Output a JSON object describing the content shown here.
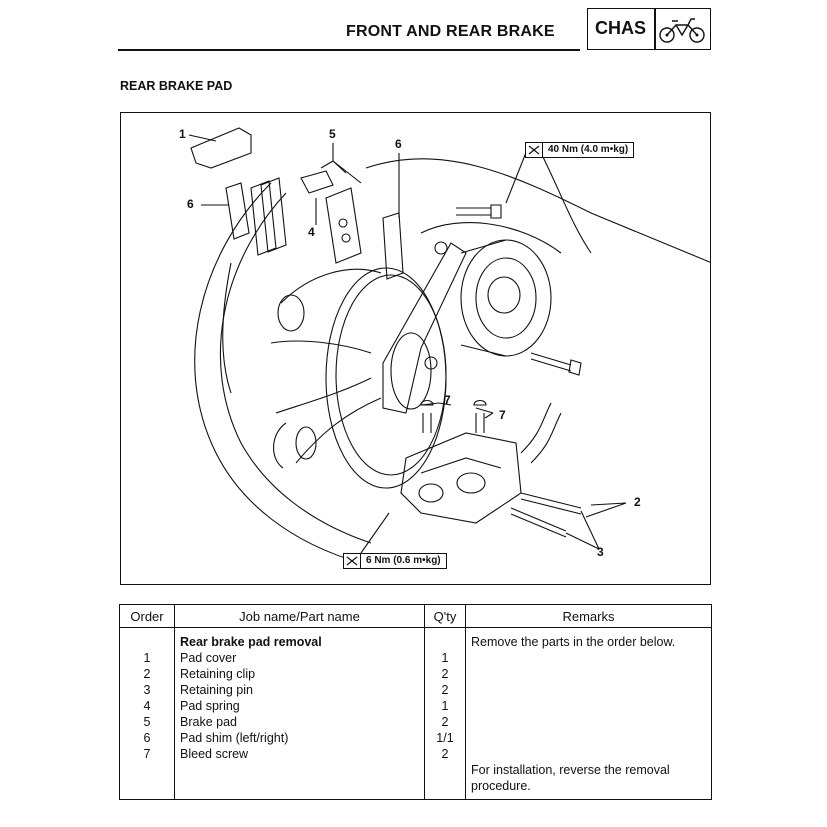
{
  "header": {
    "title": "FRONT AND REAR BRAKE",
    "section_code": "CHAS",
    "section_icon": "motorcycle-icon"
  },
  "section_title": "REAR BRAKE PAD",
  "figure": {
    "callouts": [
      "1",
      "5",
      "6",
      "6",
      "4",
      "7",
      "7",
      "2",
      "3"
    ],
    "torque_top": "40 Nm (4.0 m•kg)",
    "torque_bottom": "6 Nm (0.6 m•kg)",
    "torque_icon": "torque-wrench-icon"
  },
  "table": {
    "headers": {
      "order": "Order",
      "job": "Job name/Part name",
      "qty": "Q'ty",
      "remarks": "Remarks"
    },
    "job_title": "Rear brake pad removal",
    "job_remark": "Remove the parts in the order below.",
    "rows": [
      {
        "order": "1",
        "part": "Pad cover",
        "qty": "1"
      },
      {
        "order": "2",
        "part": "Retaining clip",
        "qty": "2"
      },
      {
        "order": "3",
        "part": "Retaining pin",
        "qty": "2"
      },
      {
        "order": "4",
        "part": "Pad spring",
        "qty": "1"
      },
      {
        "order": "5",
        "part": "Brake pad",
        "qty": "2"
      },
      {
        "order": "6",
        "part": "Pad shim (left/right)",
        "qty": "1/1"
      },
      {
        "order": "7",
        "part": "Bleed screw",
        "qty": "2"
      }
    ],
    "footer_remark_1": "For installation, reverse the removal",
    "footer_remark_2": "procedure."
  }
}
